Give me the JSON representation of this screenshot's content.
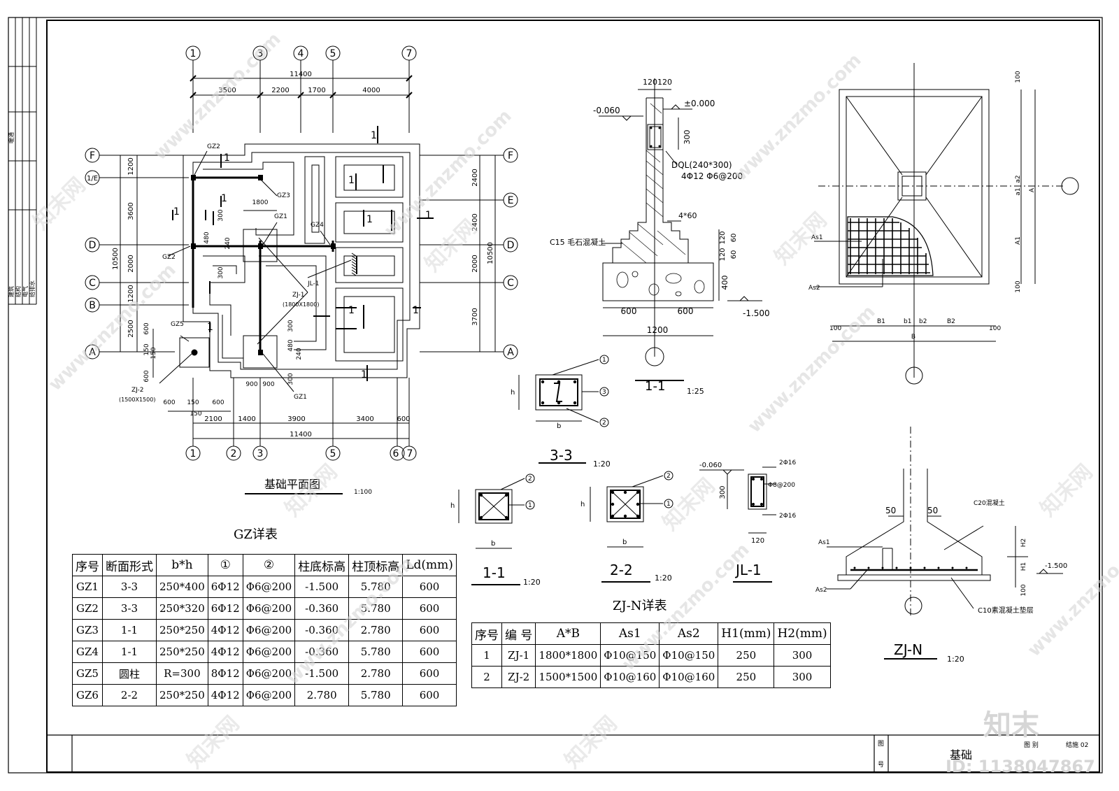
{
  "sidebar": {
    "vert_labels": [
      "暖通",
      "建筑",
      "结构",
      "电气",
      "给排水"
    ]
  },
  "plan": {
    "title": "基础平面图",
    "scale": "1:100",
    "top_axes": [
      "1",
      "3",
      "4",
      "5",
      "7"
    ],
    "bottom_axes": [
      "1",
      "2",
      "3",
      "5",
      "6",
      "7"
    ],
    "left_axes": [
      "F",
      "1/E",
      "D",
      "C",
      "B",
      "A"
    ],
    "right_axes": [
      "F",
      "E",
      "D",
      "C",
      "A"
    ],
    "top_total": "11400",
    "top_dims": [
      "3500",
      "2200",
      "1700",
      "4000"
    ],
    "bottom_dims": [
      "2100",
      "1400",
      "3900",
      "3400",
      "600"
    ],
    "bottom_total": "11400",
    "bottom_small": [
      "600",
      "150",
      "600",
      "150"
    ],
    "left_total": "10500",
    "left_dims": [
      "1200",
      "3600",
      "2000",
      "1200",
      "2500"
    ],
    "left_small": [
      "600",
      "150",
      "150",
      "600"
    ],
    "right_total": "10500",
    "right_dims": [
      "2400",
      "2400",
      "2000",
      "3700"
    ],
    "inner_dims": [
      "1800",
      "300",
      "480",
      "240",
      "300",
      "300",
      "480",
      "240",
      "300",
      "900",
      "900"
    ],
    "labels": {
      "gz2a": "GZ2",
      "gz2b": "GZ2",
      "gz3": "GZ3",
      "gz1a": "GZ1",
      "gz1b": "GZ1",
      "gz4": "GZ4",
      "gz5": "GZ5",
      "jl1": "JL-1",
      "zj1": "ZJ-1",
      "zj1_size": "(1800X1800)",
      "zj2": "ZJ-2",
      "zj2_size": "(1500X1500)",
      "section": "1"
    }
  },
  "sec11_big": {
    "title": "1-1",
    "scale": "1:25",
    "top_dim": "120120",
    "level_top": "±0.000",
    "level_left": "-0.060",
    "dql": "DQL(240*300)",
    "rebar": "4Φ12  Φ6@200",
    "dim300": "300",
    "step": "4*60",
    "material": "C15 毛石混凝土",
    "right_dims": [
      "120",
      "60",
      "120",
      "60",
      "400"
    ],
    "level_bottom": "-1.500",
    "bottom_dims": [
      "600",
      "600"
    ],
    "bottom_total": "1200"
  },
  "sec33": {
    "title": "3-3",
    "scale": "1:20",
    "h": "h",
    "b": "b",
    "callouts": [
      "1",
      "3",
      "2"
    ]
  },
  "sec11s": {
    "title": "1-1",
    "scale": "1:20",
    "h": "h",
    "b": "b",
    "callouts": [
      "2",
      "1"
    ]
  },
  "sec22": {
    "title": "2-2",
    "scale": "1:20",
    "h": "h",
    "b": "b",
    "callouts": [
      "2",
      "1"
    ]
  },
  "jl1": {
    "title": "JL-1",
    "level": "-0.060",
    "top": "2Φ16",
    "stirrup": "Φ8@200",
    "bottom": "2Φ16",
    "h": "300",
    "b": "120"
  },
  "zjn_plan": {
    "dims_bottom": [
      "100",
      "B1",
      "b1",
      "b2",
      "B2",
      "100"
    ],
    "B": "B",
    "dims_right": [
      "100",
      "a1",
      "a2",
      "A1",
      "100"
    ],
    "A": "A",
    "as1": "As1",
    "as2": "As2"
  },
  "zjn_sec": {
    "title": "ZJ-N",
    "scale": "1:20",
    "d50a": "50",
    "d50b": "50",
    "c20": "C20混凝土",
    "as1": "As1",
    "as2": "As2",
    "h2": "H2",
    "h1": "H1",
    "d100": "100",
    "level": "-1.500",
    "c10": "C10素混凝土垫层"
  },
  "gz_table": {
    "title": "GZ详表",
    "headers": [
      "序号",
      "断面形式",
      "b*h",
      "①",
      "②",
      "柱底标高",
      "柱顶标高",
      "Ld(mm)"
    ],
    "rows": [
      [
        "GZ1",
        "3-3",
        "250*400",
        "6Φ12",
        "Φ6@200",
        "-1.500",
        "5.780",
        "600"
      ],
      [
        "GZ2",
        "3-3",
        "250*320",
        "6Φ12",
        "Φ6@200",
        "-0.360",
        "5.780",
        "600"
      ],
      [
        "GZ3",
        "1-1",
        "250*250",
        "4Φ12",
        "Φ6@200",
        "-0.360",
        "2.780",
        "600"
      ],
      [
        "GZ4",
        "1-1",
        "250*250",
        "4Φ12",
        "Φ6@200",
        "-0.360",
        "5.780",
        "600"
      ],
      [
        "GZ5",
        "圆柱",
        "R=300",
        "8Φ12",
        "Φ6@200",
        "-1.500",
        "2.780",
        "600"
      ],
      [
        "GZ6",
        "2-2",
        "250*250",
        "4Φ12",
        "Φ6@200",
        "2.780",
        "5.780",
        "600"
      ]
    ]
  },
  "zj_table": {
    "title": "ZJ-N详表",
    "headers": [
      "序号",
      "编 号",
      "A*B",
      "As1",
      "As2",
      "H1(mm)",
      "H2(mm)"
    ],
    "rows": [
      [
        "1",
        "ZJ-1",
        "1800*1800",
        "Φ10@150",
        "Φ10@150",
        "250",
        "300"
      ],
      [
        "2",
        "ZJ-2",
        "1500*1500",
        "Φ10@160",
        "Φ10@160",
        "250",
        "300"
      ]
    ]
  },
  "title_block": {
    "name": "基础",
    "tu": "图",
    "hao": "号",
    "bie": "图 别",
    "num": "结施 02"
  },
  "watermark": {
    "brand": "知末",
    "id": "ID: 1138047867",
    "site": "www.znzmo.com",
    "logo": "知末网"
  }
}
